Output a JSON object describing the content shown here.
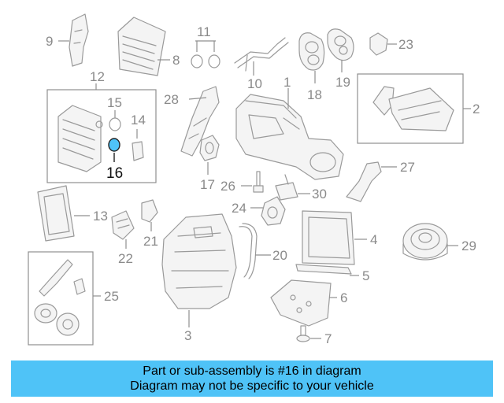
{
  "callouts": {
    "c1": "1",
    "c2": "2",
    "c3": "3",
    "c4": "4",
    "c5": "5",
    "c6": "6",
    "c7": "7",
    "c8": "8",
    "c9": "9",
    "c10": "10",
    "c11": "11",
    "c12": "12",
    "c13": "13",
    "c14": "14",
    "c15": "15",
    "c16": "16",
    "c17": "17",
    "c18": "18",
    "c19": "19",
    "c20": "20",
    "c21": "21",
    "c22": "22",
    "c23": "23",
    "c24": "24",
    "c25": "25",
    "c26": "26",
    "c27": "27",
    "c28": "28",
    "c29": "29",
    "c30": "30"
  },
  "highlight_color": "#4fc3f7",
  "banner": {
    "line1": "Part or sub-assembly is #16 in diagram",
    "line2": "Diagram may not be specific to your vehicle"
  }
}
